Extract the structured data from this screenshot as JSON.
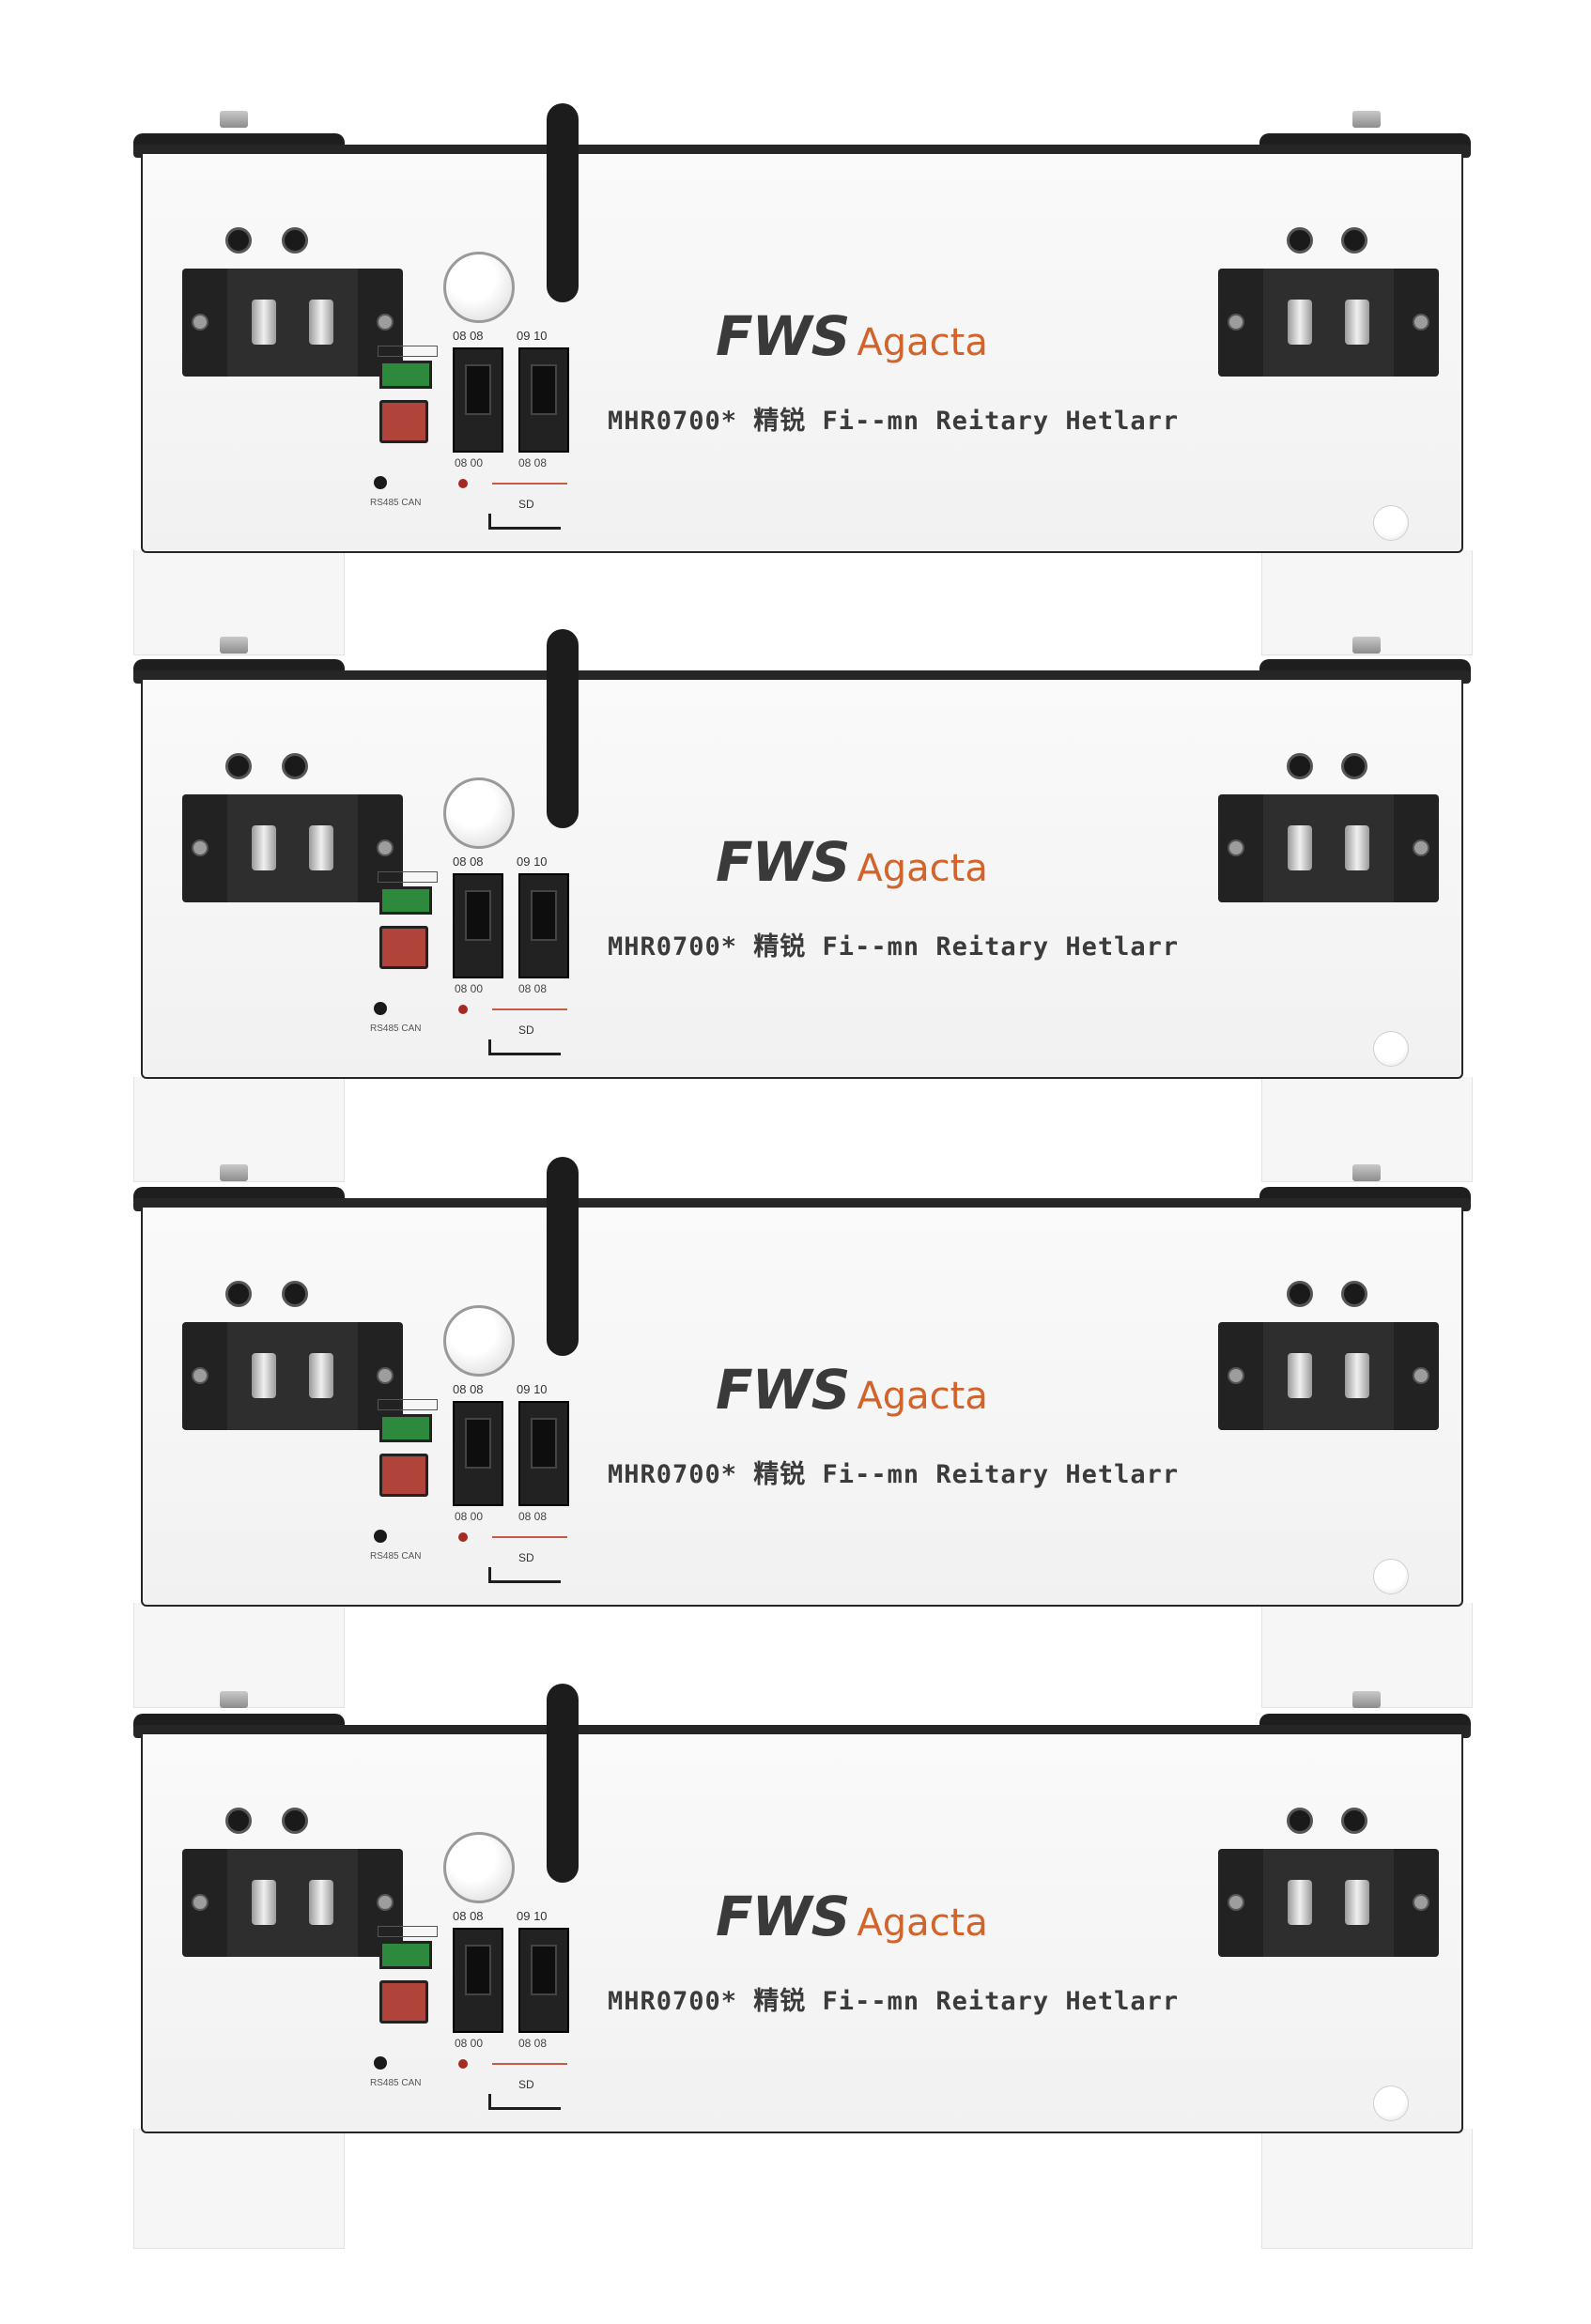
{
  "product": {
    "brand": "FWS",
    "brand_sub": "Agacta",
    "model_line": "MHR0700* 精锐  Fi--mn  Reitary  Hetlarr",
    "switch_labels_top": [
      "08 08",
      "09 10"
    ],
    "switch_labels_bottom": [
      "08 00",
      "08 08"
    ],
    "small_print": "RS485 CAN",
    "sd_label": "SD",
    "colors": {
      "brand_gray": "#3a3a3a",
      "brand_orange": "#d2632a",
      "indicator_green": "#2d8a3c",
      "button_red": "#b0443a",
      "terminal_black": "#222222"
    }
  },
  "modules": [
    {
      "id": "module-1"
    },
    {
      "id": "module-2"
    },
    {
      "id": "module-3"
    },
    {
      "id": "module-4"
    }
  ]
}
